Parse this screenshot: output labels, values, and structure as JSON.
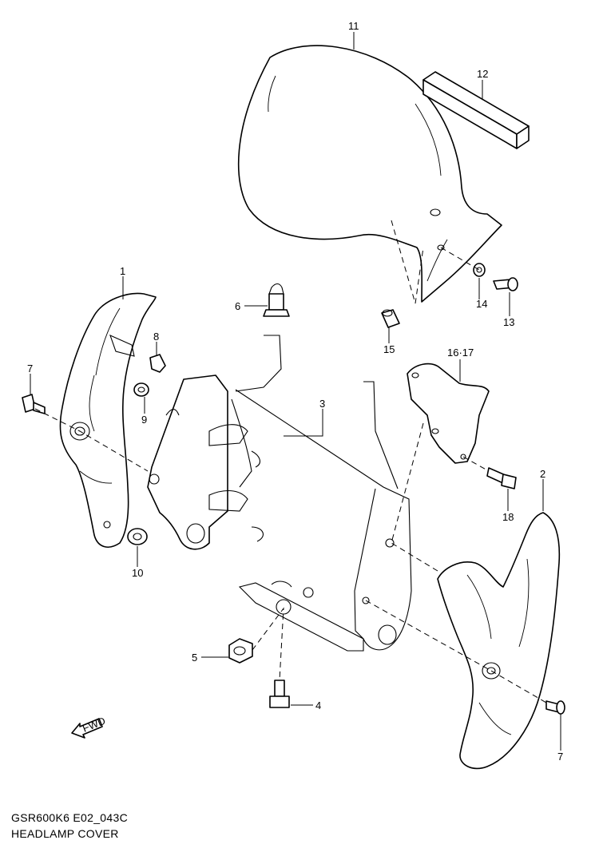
{
  "diagram": {
    "code": "GSR600K6 E02_043C",
    "title": "HEADLAMP COVER",
    "fwd_label": "FWD",
    "callouts": [
      "11",
      "12",
      "1",
      "6",
      "8",
      "7",
      "9",
      "3",
      "16·17",
      "14",
      "13",
      "15",
      "2",
      "18",
      "10",
      "5",
      "4",
      "7"
    ]
  }
}
